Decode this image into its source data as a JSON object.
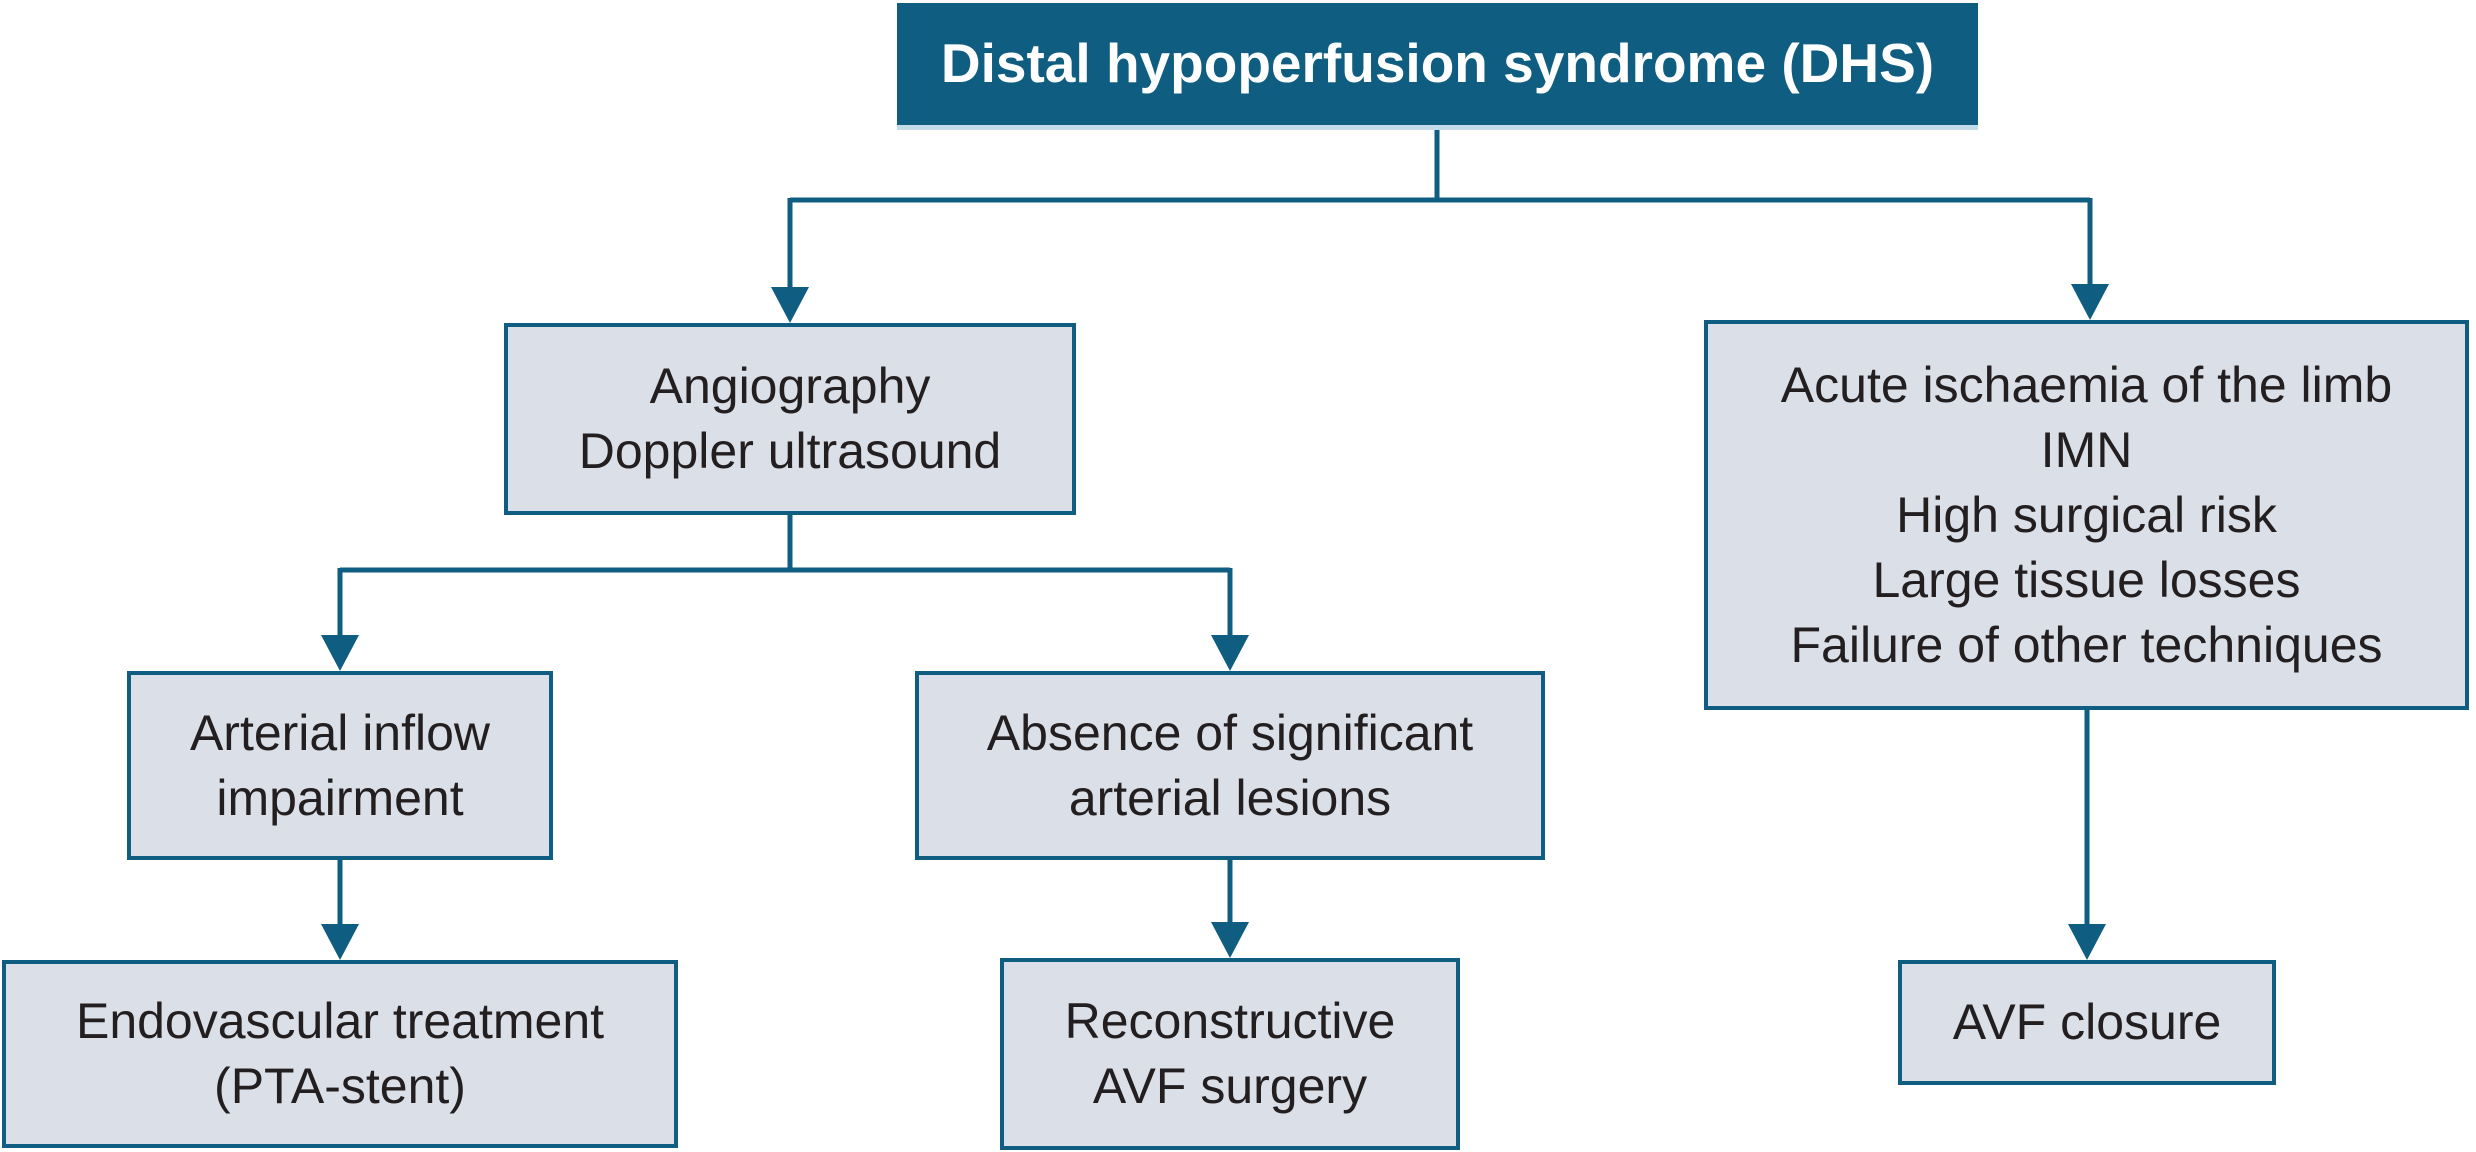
{
  "diagram": {
    "title": "Distal hypoperfusion syndrome (DHS)",
    "colors": {
      "teal": "#0f5d80",
      "box_fill": "#dbdfe8",
      "box_border": "#0f5d80",
      "text": "#231f20",
      "title_text": "#ffffff"
    },
    "nodes": {
      "root": {
        "lines": [
          "Distal hypoperfusion syndrome (DHS)"
        ]
      },
      "diagnostics": {
        "lines": [
          "Angiography",
          "Doppler ultrasound"
        ]
      },
      "indications": {
        "lines": [
          "Acute ischaemia of the limb",
          "IMN",
          "High surgical risk",
          "Large tissue losses",
          "Failure of other techniques"
        ]
      },
      "arterial_inflow": {
        "lines": [
          "Arterial inflow",
          "impairment"
        ]
      },
      "absence_lesions": {
        "lines": [
          "Absence of significant",
          "arterial lesions"
        ]
      },
      "endovascular": {
        "lines": [
          "Endovascular treatment",
          "(PTA-stent)"
        ]
      },
      "reconstructive": {
        "lines": [
          "Reconstructive",
          "AVF surgery"
        ]
      },
      "avf_closure": {
        "lines": [
          "AVF closure"
        ]
      }
    },
    "edges": [
      {
        "from": "root",
        "to": "diagnostics"
      },
      {
        "from": "root",
        "to": "indications"
      },
      {
        "from": "diagnostics",
        "to": "arterial_inflow"
      },
      {
        "from": "diagnostics",
        "to": "absence_lesions"
      },
      {
        "from": "arterial_inflow",
        "to": "endovascular"
      },
      {
        "from": "absence_lesions",
        "to": "reconstructive"
      },
      {
        "from": "indications",
        "to": "avf_closure"
      }
    ]
  }
}
